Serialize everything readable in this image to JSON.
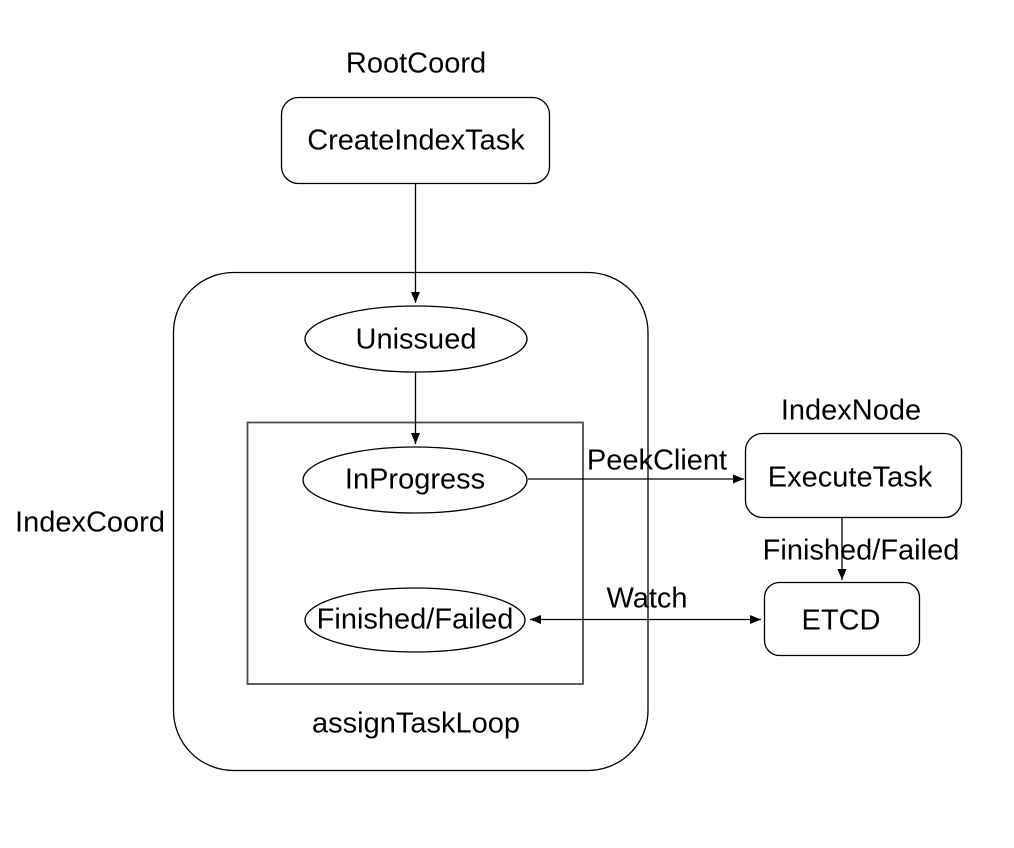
{
  "diagram": {
    "type": "flow-diagram",
    "colors": {
      "background": "#ffffff",
      "stroke": "#000000",
      "inner_box_stroke": "#4d4d4d",
      "text": "#000000"
    },
    "groups": {
      "root_coord": {
        "label": "RootCoord"
      },
      "index_coord": {
        "label": "IndexCoord"
      },
      "index_node": {
        "label": "IndexNode"
      },
      "assign_task_loop": {
        "label": "assignTaskLoop"
      }
    },
    "nodes": {
      "create_index_task": {
        "label": "CreateIndexTask",
        "shape": "rounded-rectangle",
        "group": "RootCoord"
      },
      "unissued": {
        "label": "Unissued",
        "shape": "ellipse",
        "group": "IndexCoord"
      },
      "in_progress": {
        "label": "InProgress",
        "shape": "ellipse",
        "group": "IndexCoord/assignTaskLoop"
      },
      "finished_failed_state": {
        "label": "Finished/Failed",
        "shape": "ellipse",
        "group": "IndexCoord/assignTaskLoop"
      },
      "execute_task": {
        "label": "ExecuteTask",
        "shape": "rounded-rectangle",
        "group": "IndexNode"
      },
      "etcd": {
        "label": "ETCD",
        "shape": "rounded-rectangle",
        "group": ""
      }
    },
    "edges": [
      {
        "from": "create_index_task",
        "to": "unissued",
        "label": "",
        "arrows": "to"
      },
      {
        "from": "unissued",
        "to": "in_progress",
        "label": "",
        "arrows": "to"
      },
      {
        "from": "in_progress",
        "to": "execute_task",
        "label": "PeekClient",
        "arrows": "to"
      },
      {
        "from": "execute_task",
        "to": "etcd",
        "label": "Finished/Failed",
        "arrows": "to"
      },
      {
        "from": "etcd",
        "to": "finished_failed_state",
        "label": "Watch",
        "arrows": "both"
      }
    ]
  }
}
